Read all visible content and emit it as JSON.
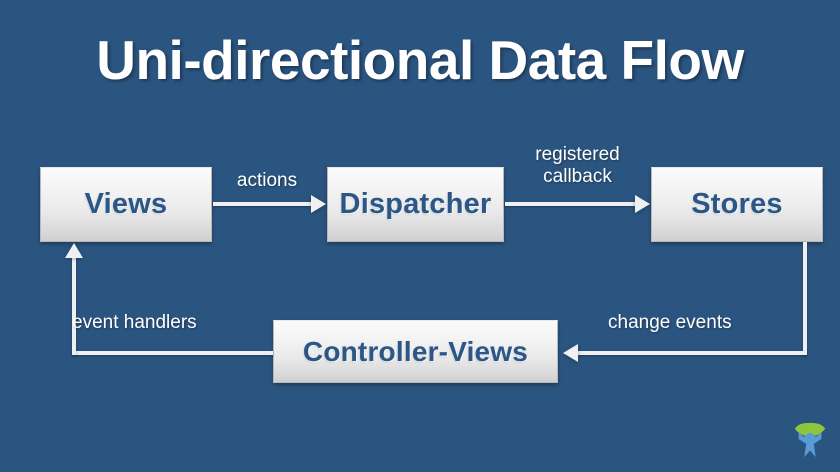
{
  "slide": {
    "title": "Uni-directional Data Flow",
    "background_color": "#2b5581",
    "node_fill_top": "#fbfbfb",
    "node_fill_bottom": "#cfcfcf",
    "node_text_color": "#2c5685",
    "connector_color": "#eef0f2",
    "title_color": "#ffffff"
  },
  "nodes": [
    {
      "id": "views",
      "label": "Views"
    },
    {
      "id": "dispatcher",
      "label": "Dispatcher"
    },
    {
      "id": "stores",
      "label": "Stores"
    },
    {
      "id": "controller-views",
      "label": "Controller-Views"
    }
  ],
  "edges": [
    {
      "id": "actions",
      "label": "actions",
      "from": "views",
      "to": "dispatcher"
    },
    {
      "id": "registered-cb",
      "label": "registered\ncallback",
      "from": "dispatcher",
      "to": "stores"
    },
    {
      "id": "change-events",
      "label": "change events",
      "from": "stores",
      "to": "controller-views"
    },
    {
      "id": "event-handlers",
      "label": "event handlers",
      "from": "controller-views",
      "to": "views"
    }
  ],
  "logo": {
    "name": "person-arc-logo",
    "figure_color": "#5b9bd5",
    "arc_color": "#8cc63f"
  }
}
